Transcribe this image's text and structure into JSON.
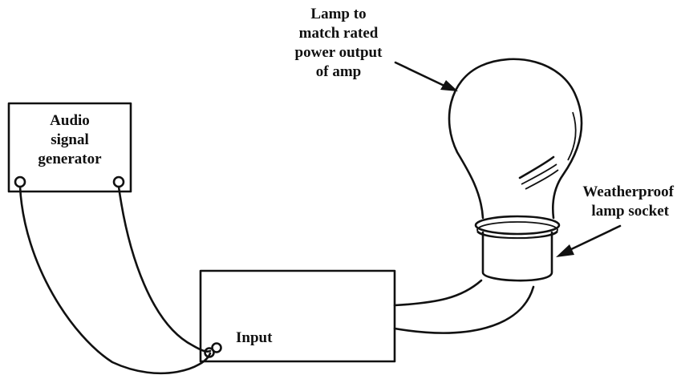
{
  "labels": {
    "generator": [
      "Audio",
      "signal",
      "generator"
    ],
    "input": "Input",
    "lamp": [
      "Lamp to",
      "match rated",
      "power output",
      "of amp"
    ],
    "socket": [
      "Weatherproof",
      "lamp socket"
    ]
  }
}
